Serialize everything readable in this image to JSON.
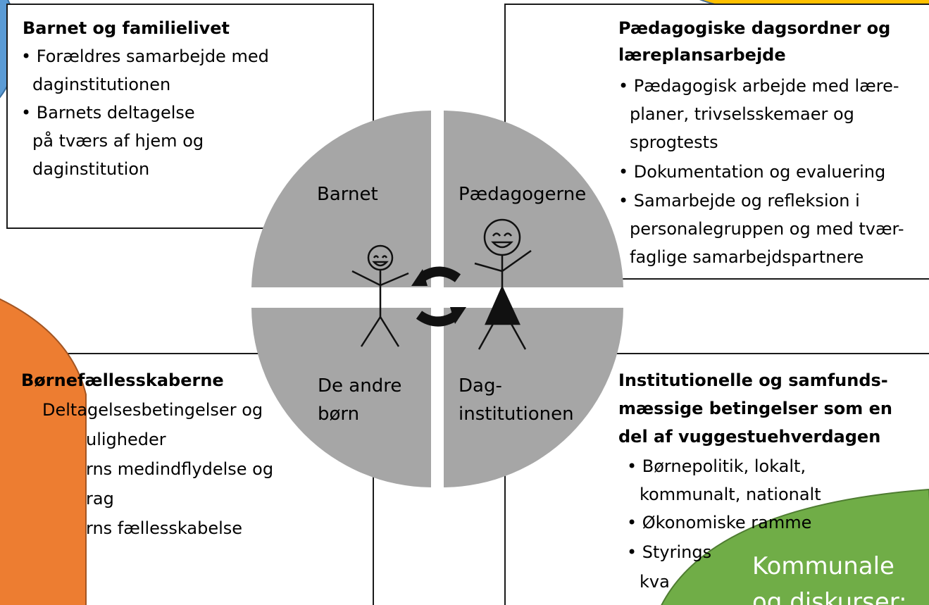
{
  "boxes": {
    "top_left": {
      "title": "Barnet og familielivet",
      "lines": [
        "• Forældres samarbejde med",
        "daginstitutionen",
        "• Barnets deltagelse",
        "på tværs af hjem og",
        "daginstitution"
      ]
    },
    "top_right": {
      "title_lines": [
        "Pædagogiske dagsordner og",
        "læreplansarbejde"
      ],
      "lines": [
        "• Pædagogisk arbejde med lære-",
        "planer, trivselsskemaer og",
        "sprogtests",
        "• Dokumentation og evaluering",
        "• Samarbejde og refleksion i",
        "personalegruppen og med tvær-",
        "faglige samarbejdspartnere"
      ]
    },
    "bottom_left": {
      "title": "Børnefællesskaberne",
      "lines": [
        "Deltagelsesbetingelser og",
        "uligheder",
        "rns medindflydelse og",
        "rag",
        "rns fællesskabelse"
      ]
    },
    "bottom_right": {
      "title_lines": [
        "Institutionelle og samfunds-",
        "mæssige betingelser som en",
        "del af vuggestuehverdagen"
      ],
      "lines": [
        "• Børnepolitik, lokalt,",
        "kommunalt, nationalt",
        "• Økonomiske ramme",
        "• Styrings",
        "kva"
      ]
    }
  },
  "quadrants": {
    "top_left": [
      "Barnet"
    ],
    "top_right": [
      "Pædagogerne"
    ],
    "bottom_left": [
      "De andre",
      "børn"
    ],
    "bottom_right": [
      "Dag-",
      "institutionen"
    ]
  },
  "overlay": {
    "green_lines": [
      "Kommunale",
      "og diskurser:"
    ]
  },
  "colors": {
    "quadrant": "#a6a6a6",
    "orange": "#ed7d31",
    "green": "#70ad47",
    "yellow": "#ffc000",
    "blue": "#5b9bd5"
  }
}
